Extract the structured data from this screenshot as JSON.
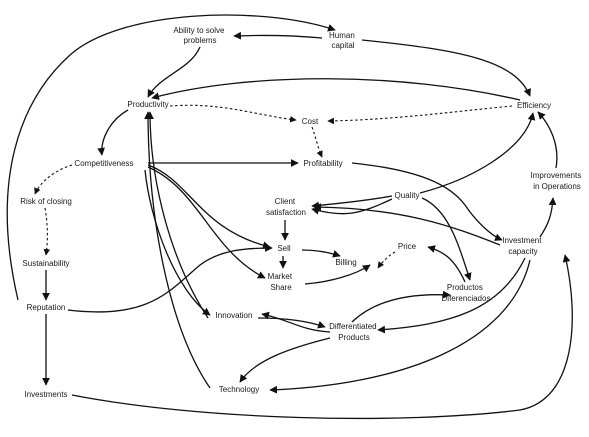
{
  "nodes": {
    "ability_to_solve_problems": [
      "Ability to solve",
      "problems"
    ],
    "human_capital": [
      "Human",
      "capital"
    ],
    "productivity": [
      "Productivity"
    ],
    "cost": [
      "Cost"
    ],
    "efficiency": [
      "Efficiency"
    ],
    "competitiveness": [
      "Competitiveness"
    ],
    "profitability": [
      "Profitability"
    ],
    "improvements_in_operations": [
      "Improvements",
      "in Operations"
    ],
    "risk_of_closing": [
      "Risk of closing"
    ],
    "client_satisfaction": [
      "Client",
      "satisfaction"
    ],
    "quality": [
      "Quality"
    ],
    "sell": [
      "Sell"
    ],
    "price": [
      "Price"
    ],
    "investment_capacity": [
      "Investment",
      "capacity"
    ],
    "sustainability": [
      "Sustainability"
    ],
    "billing": [
      "Billing"
    ],
    "market_share": [
      "Market",
      "Share"
    ],
    "productos_diferenciados": [
      "Productos",
      "Diferenciados"
    ],
    "reputation": [
      "Reputation"
    ],
    "innovation": [
      "Innovation"
    ],
    "differentiated_products": [
      "Differentiated",
      "Products"
    ],
    "investments": [
      "Investments"
    ],
    "technology": [
      "Technology"
    ]
  }
}
